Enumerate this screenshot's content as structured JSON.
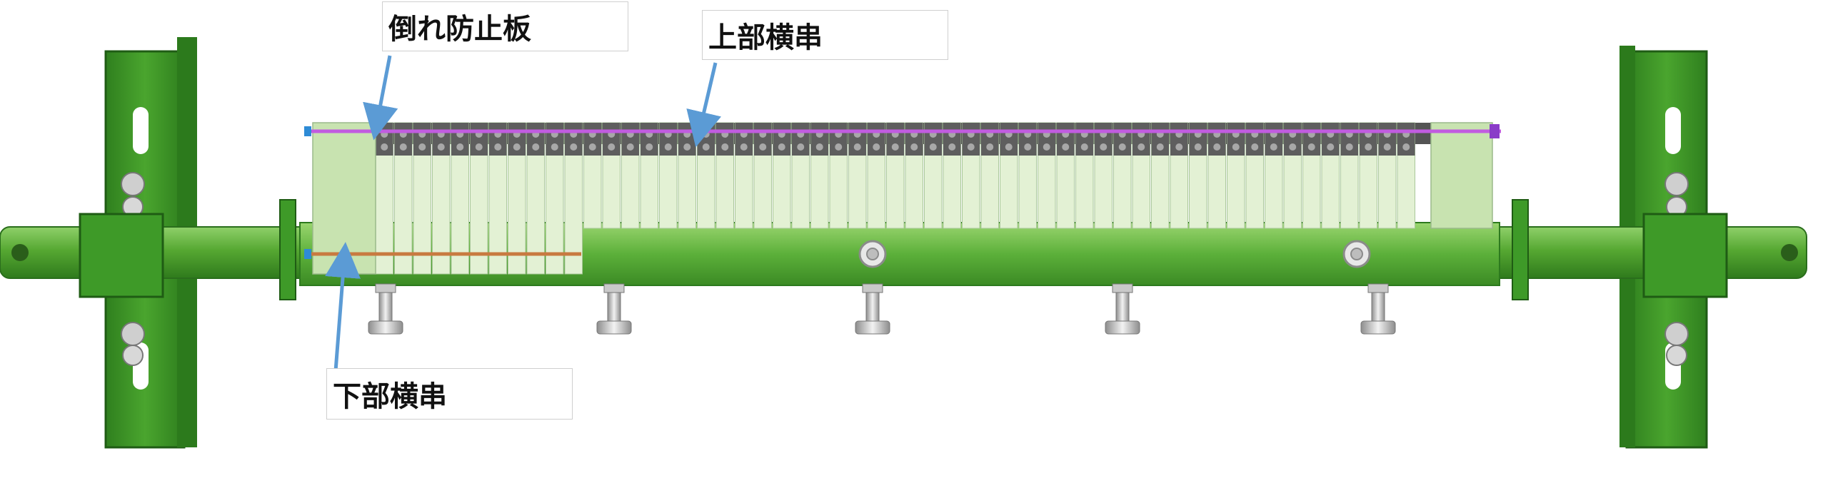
{
  "labels": {
    "tip_prevention_plate": "倒れ防止板",
    "upper_crossbar": "上部横串",
    "lower_crossbar": "下部横串"
  },
  "colors": {
    "frame_green": "#3f9a2a",
    "frame_dark": "#2a6e1c",
    "shaft_green": "#5cb03a",
    "blade_fill": "#e3f1d4",
    "plate_fill": "#c8e3b0",
    "upper_crossbar_line": "#c15ce0",
    "lower_crossbar_line": "#c87a40",
    "pointer_arrow": "#5b9bd5",
    "bolt_metal": "#c9c9c9"
  },
  "icons": {
    "bolt": "bolt-icon",
    "mount_slot": "slot-icon"
  }
}
